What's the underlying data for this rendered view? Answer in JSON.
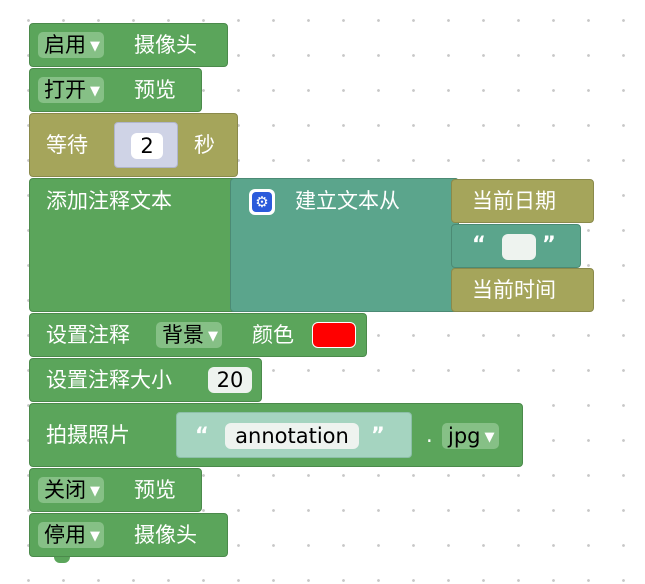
{
  "blocks": {
    "enable_camera": {
      "mode": "启用",
      "label": "摄像头"
    },
    "open_preview": {
      "mode": "打开",
      "label": "预览"
    },
    "wait": {
      "label": "等待",
      "value": "2",
      "unit": "秒"
    },
    "add_annotation": {
      "label": "添加注释文本"
    },
    "build_text": {
      "label": "建立文本从"
    },
    "current_date": {
      "label": "当前日期"
    },
    "empty_string": {
      "open_quote": "“",
      "close_quote": "”",
      "value": ""
    },
    "current_time": {
      "label": "当前时间"
    },
    "set_annotation": {
      "label": "设置注释",
      "target": "背景",
      "color_label": "颜色",
      "color": "#ff0000"
    },
    "set_annotation_size": {
      "label": "设置注释大小",
      "value": "20"
    },
    "take_photo": {
      "label": "拍摄照片",
      "open_quote": "“",
      "filename": "annotation",
      "close_quote": "”",
      "dot": ".",
      "extension": "jpg"
    },
    "close_preview": {
      "mode": "关闭",
      "label": "预览"
    },
    "disable_camera": {
      "mode": "停用",
      "label": "摄像头"
    }
  },
  "colors": {
    "camera_block": "#5ba55b",
    "logic_block": "#a5a55b",
    "text_block": "#5ba58c",
    "settings_button": "#2b5bdb"
  }
}
